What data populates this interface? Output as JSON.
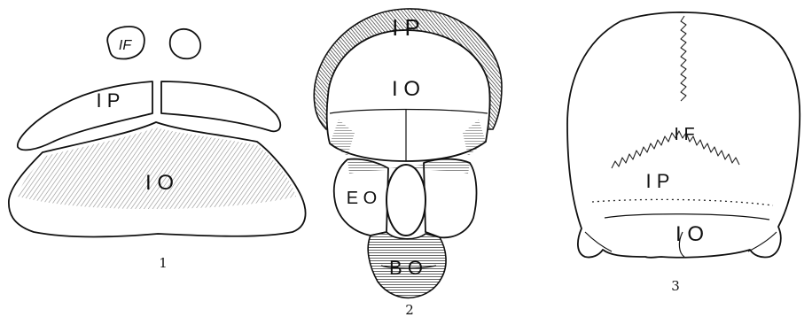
{
  "figures": [
    {
      "number": "1",
      "labels": {
        "interparietal_small": "IF",
        "interparietal": "I P",
        "occipital": "I O"
      }
    },
    {
      "number": "2",
      "labels": {
        "parietal": "I P",
        "occipital": "I O",
        "exoccipital": "E O",
        "basioccipital": "B O"
      }
    },
    {
      "number": "3",
      "labels": {
        "interfrontal": "I F",
        "interparietal": "I P",
        "occipital": "I O"
      }
    }
  ],
  "colors": {
    "ink": "#111111",
    "paper": "#ffffff"
  }
}
